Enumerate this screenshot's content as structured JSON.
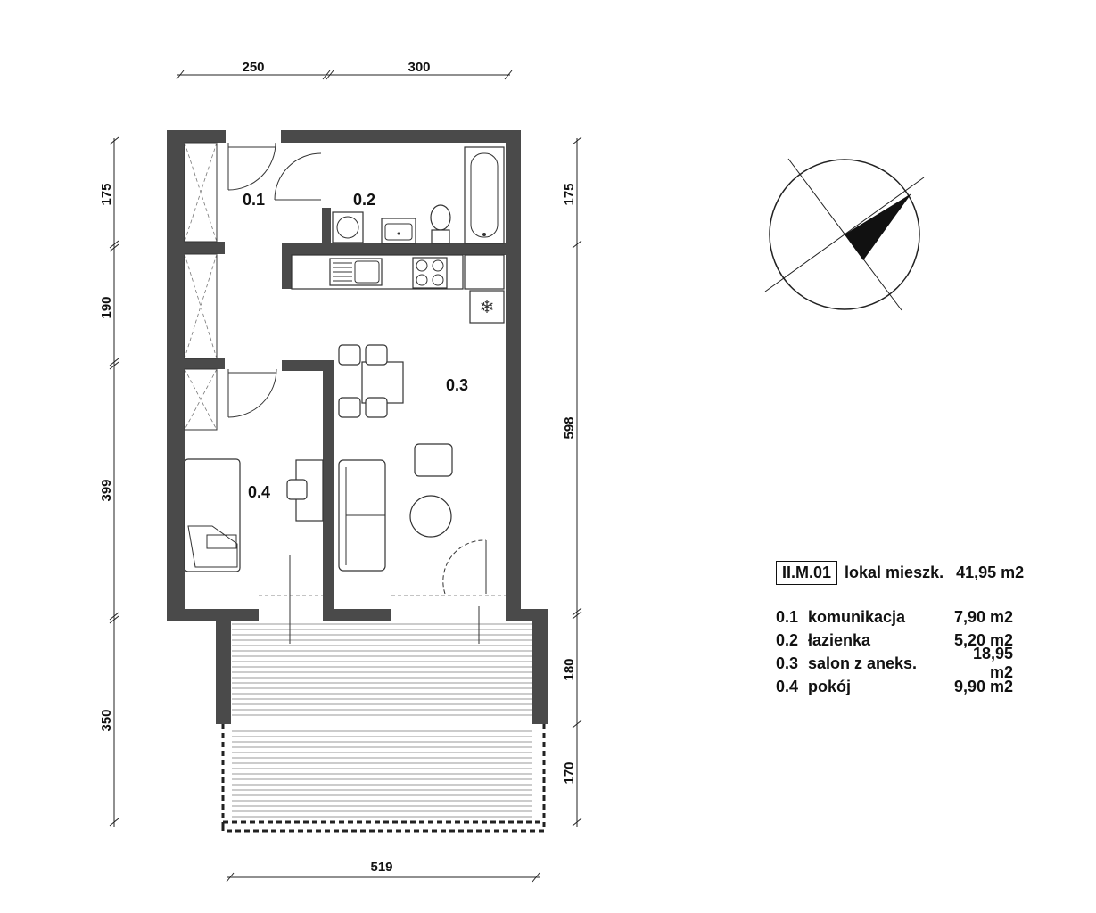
{
  "dimensions": {
    "top_left": "250",
    "top_right": "300",
    "left_1": "175",
    "left_2": "190",
    "left_3": "399",
    "left_4": "350",
    "right_1": "175",
    "right_2": "598",
    "right_3": "180",
    "right_4": "170",
    "bottom": "519"
  },
  "rooms": {
    "r01": "0.1",
    "r02": "0.2",
    "r03": "0.3",
    "r04": "0.4"
  },
  "legend": {
    "unit_code": "II.M.01",
    "unit_desc": "lokal mieszk.",
    "unit_area": "41,95 m2",
    "rows": [
      {
        "num": "0.1",
        "name": "komunikacja",
        "area": "7,90 m2"
      },
      {
        "num": "0.2",
        "name": "łazienka",
        "area": "5,20 m2"
      },
      {
        "num": "0.3",
        "name": "salon z aneks.",
        "area": "18,95 m2"
      },
      {
        "num": "0.4",
        "name": "pokój",
        "area": "9,90 m2"
      }
    ]
  },
  "icons": {
    "compass": "north-arrow-icon",
    "fridge": "snowflake-icon"
  }
}
